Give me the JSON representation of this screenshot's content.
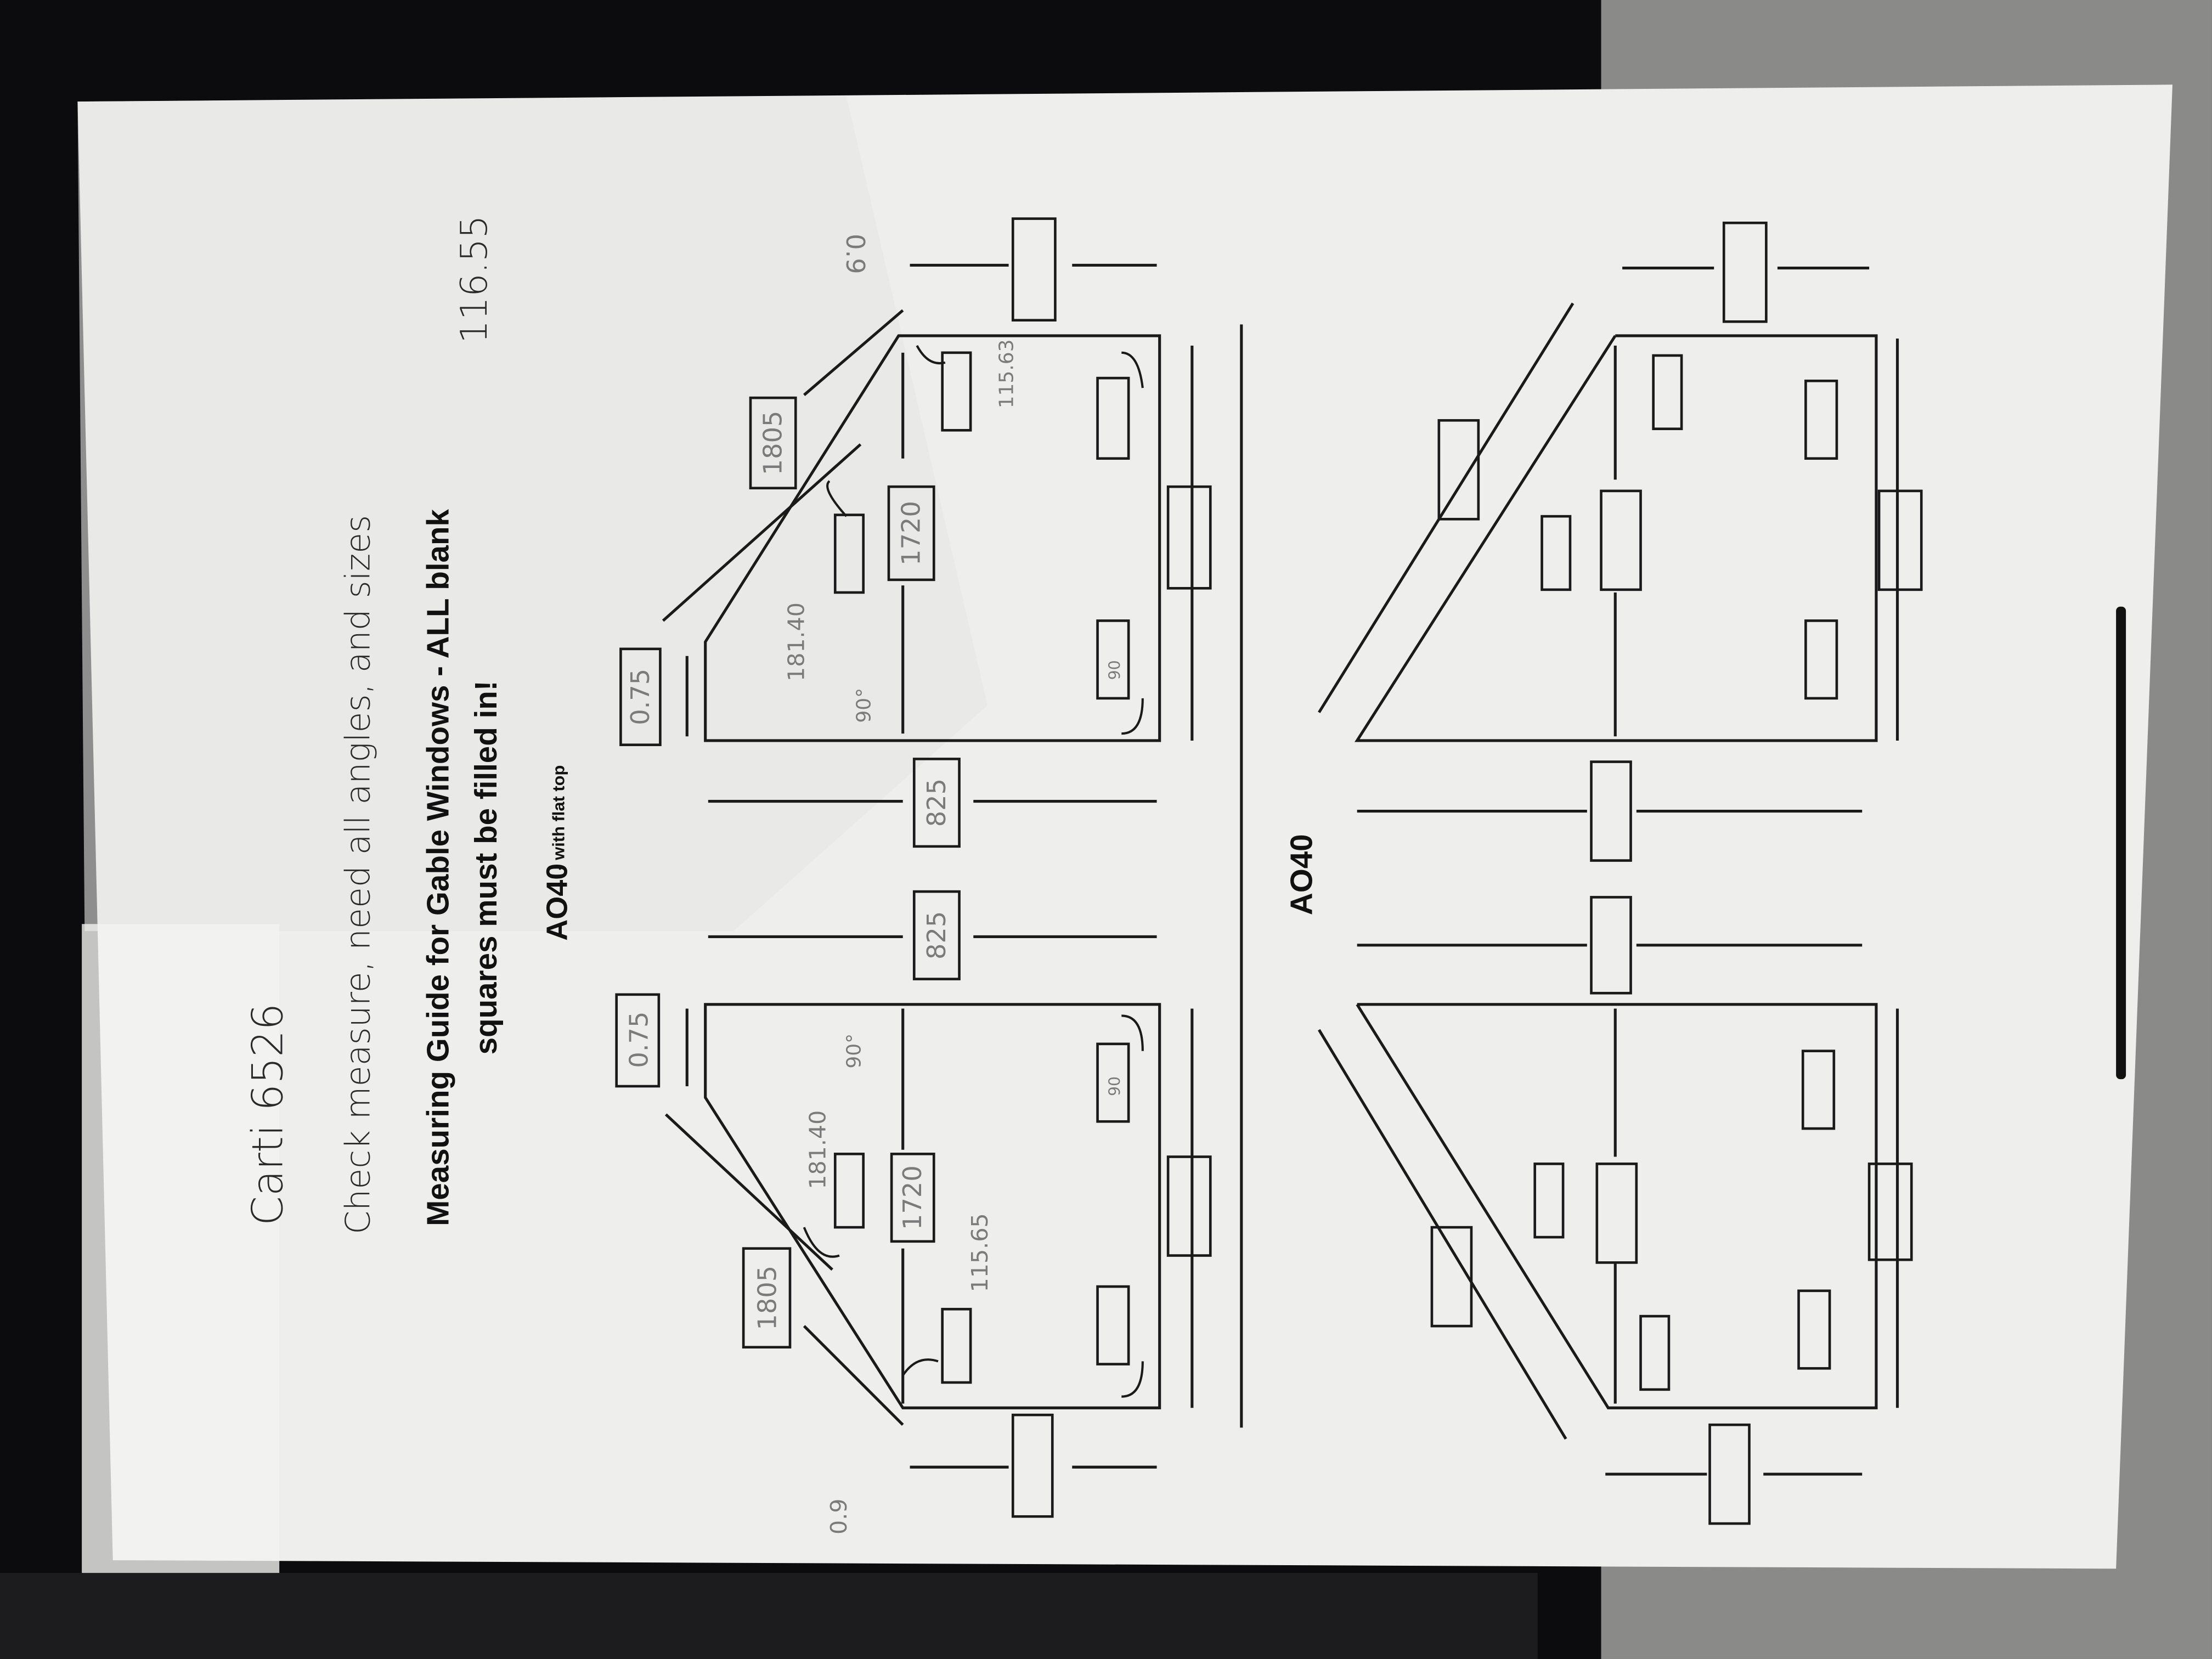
{
  "header": {
    "customer": "Carti 6526",
    "note": "Check measure, need all angles, and sizes",
    "title_line1": "Measuring Guide for Gable Windows - ALL blank",
    "title_line2": "squares must be filled in!",
    "subtitle": "AO40",
    "subtitle_suffix": "- with flat top",
    "total": "116.55"
  },
  "section2": {
    "title": "AO40"
  },
  "diagram_right": {
    "top_offset": "0.75",
    "slope": "1805",
    "height": "1720",
    "width": "825",
    "slope_angle": "181.40",
    "corner_angle": "90°",
    "base_angle": "115.63",
    "offset": "0.9",
    "bottom_angle": "90"
  },
  "diagram_left": {
    "top_offset": "0.75",
    "slope": "1805",
    "height": "1720",
    "width": "825",
    "slope_angle": "181.40",
    "corner_angle": "90°",
    "base_angle": "115.65",
    "offset": "0.9",
    "bottom_angle": "90"
  },
  "colors": {
    "paper": "#eeeeed",
    "ink": "#1a1a1a",
    "pencil": "#7b7b7b",
    "carpet": "#8a8a88"
  }
}
